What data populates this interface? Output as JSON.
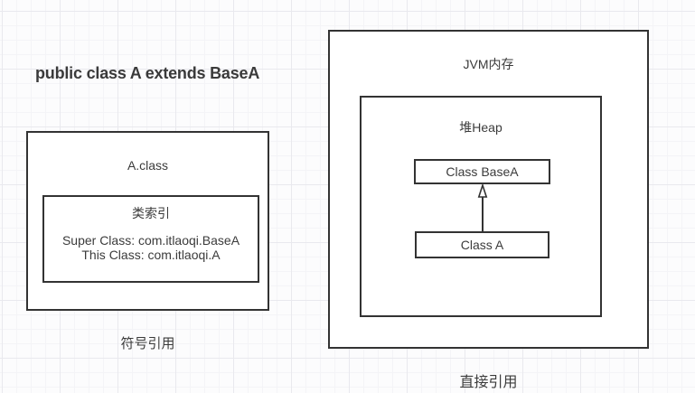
{
  "title": "public class A extends BaseA",
  "symbol_panel": {
    "box_title": "A.class",
    "class_index": {
      "title": "类索引",
      "lines": [
        "Super Class: com.itlaoqi.BaseA",
        "This Class: com.itlaoqi.A"
      ]
    },
    "caption": "符号引用"
  },
  "jvm_panel": {
    "box_title": "JVM内存",
    "heap": {
      "title": "堆Heap",
      "parent_class_box": "Class BaseA",
      "child_class_box": "Class A",
      "arrow_meaning": "Class A extends Class BaseA (inheritance arrow pointing up)"
    },
    "caption": "直接引用"
  },
  "colors": {
    "shape_border": "#333333",
    "text": "#3b3b3b",
    "canvas_background": "#fcfcfd",
    "grid_minor": "#f4f4f7",
    "grid_major": "#e9e9ee"
  }
}
